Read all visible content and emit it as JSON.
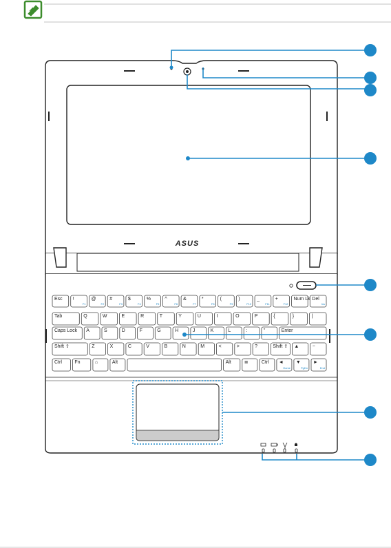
{
  "brand": "ASUS",
  "callout_color": "#1e88c8",
  "note_icon": "note-pencil-icon",
  "callouts": [
    {
      "id": "microphone"
    },
    {
      "id": "camera-indicator"
    },
    {
      "id": "camera"
    },
    {
      "id": "display-panel"
    },
    {
      "id": "power-button"
    },
    {
      "id": "keyboard"
    },
    {
      "id": "touchpad"
    },
    {
      "id": "status-indicators"
    }
  ],
  "keyboard": {
    "rows": [
      [
        {
          "l": "Esc",
          "s": ""
        },
        {
          "l": "!",
          "s": "F1"
        },
        {
          "l": "@",
          "s": "F2"
        },
        {
          "l": "#",
          "s": "F3"
        },
        {
          "l": "$",
          "s": "F4"
        },
        {
          "l": "%",
          "s": "F5"
        },
        {
          "l": "^",
          "s": "F6"
        },
        {
          "l": "&",
          "s": "F7"
        },
        {
          "l": "*",
          "s": "F8"
        },
        {
          "l": "(",
          "s": "F9"
        },
        {
          "l": ")",
          "s": "F10"
        },
        {
          "l": "_",
          "s": "F11"
        },
        {
          "l": "+",
          "s": "F12"
        },
        {
          "l": "Num Lk",
          "s": ""
        },
        {
          "l": "Del",
          "s": "Ins"
        }
      ],
      [
        {
          "l": "Tab",
          "s": ""
        },
        {
          "l": "Q",
          "s": ""
        },
        {
          "l": "W",
          "s": ""
        },
        {
          "l": "E",
          "s": ""
        },
        {
          "l": "R",
          "s": ""
        },
        {
          "l": "T",
          "s": ""
        },
        {
          "l": "Y",
          "s": ""
        },
        {
          "l": "U",
          "s": ""
        },
        {
          "l": "I",
          "s": ""
        },
        {
          "l": "O",
          "s": ""
        },
        {
          "l": "P",
          "s": ""
        },
        {
          "l": "{",
          "s": ""
        },
        {
          "l": "}",
          "s": ""
        },
        {
          "l": "|",
          "s": ""
        }
      ],
      [
        {
          "l": "Caps Lock",
          "s": ""
        },
        {
          "l": "A",
          "s": ""
        },
        {
          "l": "S",
          "s": ""
        },
        {
          "l": "D",
          "s": ""
        },
        {
          "l": "F",
          "s": ""
        },
        {
          "l": "G",
          "s": ""
        },
        {
          "l": "H",
          "s": ""
        },
        {
          "l": "J",
          "s": ""
        },
        {
          "l": "K",
          "s": ""
        },
        {
          "l": "L",
          "s": ""
        },
        {
          "l": ":",
          "s": ""
        },
        {
          "l": "\"",
          "s": ""
        },
        {
          "l": "Enter",
          "s": ""
        }
      ],
      [
        {
          "l": "Shift ⇧",
          "s": ""
        },
        {
          "l": "Z",
          "s": ""
        },
        {
          "l": "X",
          "s": ""
        },
        {
          "l": "C",
          "s": ""
        },
        {
          "l": "V",
          "s": ""
        },
        {
          "l": "B",
          "s": ""
        },
        {
          "l": "N",
          "s": ""
        },
        {
          "l": "M",
          "s": ""
        },
        {
          "l": "<",
          "s": ""
        },
        {
          "l": ">",
          "s": ""
        },
        {
          "l": "?",
          "s": ""
        },
        {
          "l": "Shift ⇧",
          "s": ""
        },
        {
          "l": "▲",
          "s": ""
        },
        {
          "l": "−",
          "s": ""
        }
      ],
      [
        {
          "l": "Ctrl",
          "s": ""
        },
        {
          "l": "Fn",
          "s": ""
        },
        {
          "l": "⌂",
          "s": ""
        },
        {
          "l": "Alt",
          "s": ""
        },
        {
          "l": "",
          "s": ""
        },
        {
          "l": "Alt",
          "s": ""
        },
        {
          "l": "≣",
          "s": ""
        },
        {
          "l": "Ctrl",
          "s": ""
        },
        {
          "l": "◄",
          "s": "Home"
        },
        {
          "l": "▼",
          "s": "PgDn"
        },
        {
          "l": "►",
          "s": "End"
        }
      ]
    ]
  }
}
